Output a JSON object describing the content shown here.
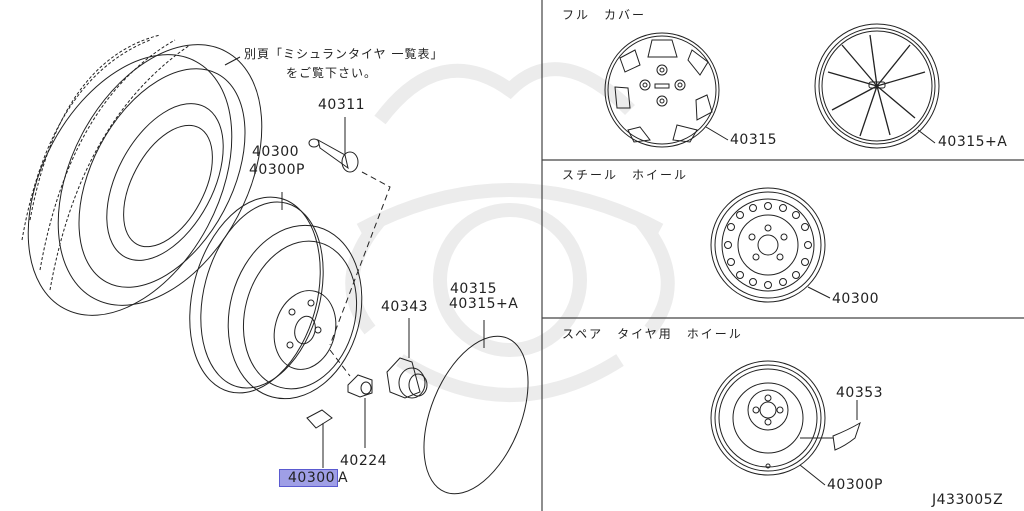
{
  "diagram": {
    "id_code": "J433005Z",
    "note_line1": "別頁「ミシュランタイヤ 一覧表」",
    "note_line2": "をご覧下さい。",
    "colors": {
      "line": "#222222",
      "watermark": "#ececec",
      "highlight_fill": "#9f9fe6",
      "highlight_border": "#5a5ad0",
      "divider": "#444444"
    },
    "main_parts": {
      "valve": "40311",
      "wheel_a": "40300",
      "wheel_b": "40300P",
      "cap_a": "40315",
      "cap_b": "40315+A",
      "center_cap": "40343",
      "nut": "40224",
      "weight_prefix": "40300",
      "weight_suffix": "A"
    },
    "sections": [
      {
        "title": "フル　カバー",
        "parts": [
          "40315",
          "40315+A"
        ]
      },
      {
        "title": "スチール　ホイール",
        "parts": [
          "40300"
        ]
      },
      {
        "title": "スペア　タイヤ用　ホイール",
        "parts": [
          "40353",
          "40300P"
        ]
      }
    ]
  }
}
